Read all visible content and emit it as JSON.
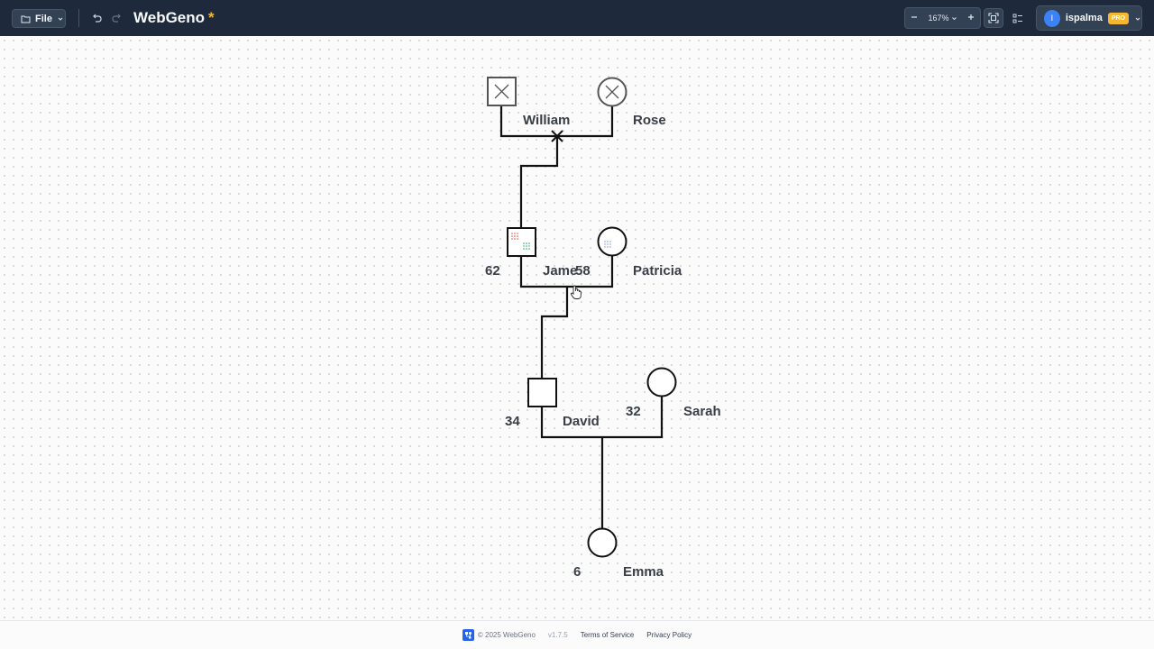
{
  "toolbar": {
    "file_label": "File",
    "file_icon": "folder-icon",
    "undo_icon": "undo-icon",
    "redo_icon": "redo-icon",
    "title": "WebGeno",
    "unsaved_marker": "*",
    "zoom_out_icon": "minus-icon",
    "zoom_level": "167%",
    "zoom_in_icon": "plus-icon",
    "fit_icon": "fit-screen-icon",
    "settings_icon": "list-settings-icon",
    "user_initial": "I",
    "username": "ispalma",
    "badge": "PRO"
  },
  "pedigree": {
    "individuals": [
      {
        "id": "william",
        "name": "William",
        "age": "",
        "sex": "male",
        "deceased": true
      },
      {
        "id": "rose",
        "name": "Rose",
        "age": "",
        "sex": "female",
        "deceased": true
      },
      {
        "id": "james",
        "name": "Jame",
        "age": "62",
        "sex": "male",
        "deceased": false
      },
      {
        "id": "patricia",
        "name": "Patricia",
        "age": "58",
        "sex": "female",
        "deceased": false
      },
      {
        "id": "david",
        "name": "David",
        "age": "34",
        "sex": "male",
        "deceased": false
      },
      {
        "id": "sarah",
        "name": "Sarah",
        "age": "32",
        "sex": "female",
        "deceased": false
      },
      {
        "id": "emma",
        "name": "Emma",
        "age": "6",
        "sex": "female",
        "deceased": false
      }
    ]
  },
  "footer": {
    "copyright": "© 2025 WebGeno",
    "version": "v1.7.5",
    "terms": "Terms of Service",
    "privacy": "Privacy Policy"
  },
  "colors": {
    "topbar": "#1e293b",
    "accent": "#f5b731",
    "avatar": "#3b82f6"
  }
}
